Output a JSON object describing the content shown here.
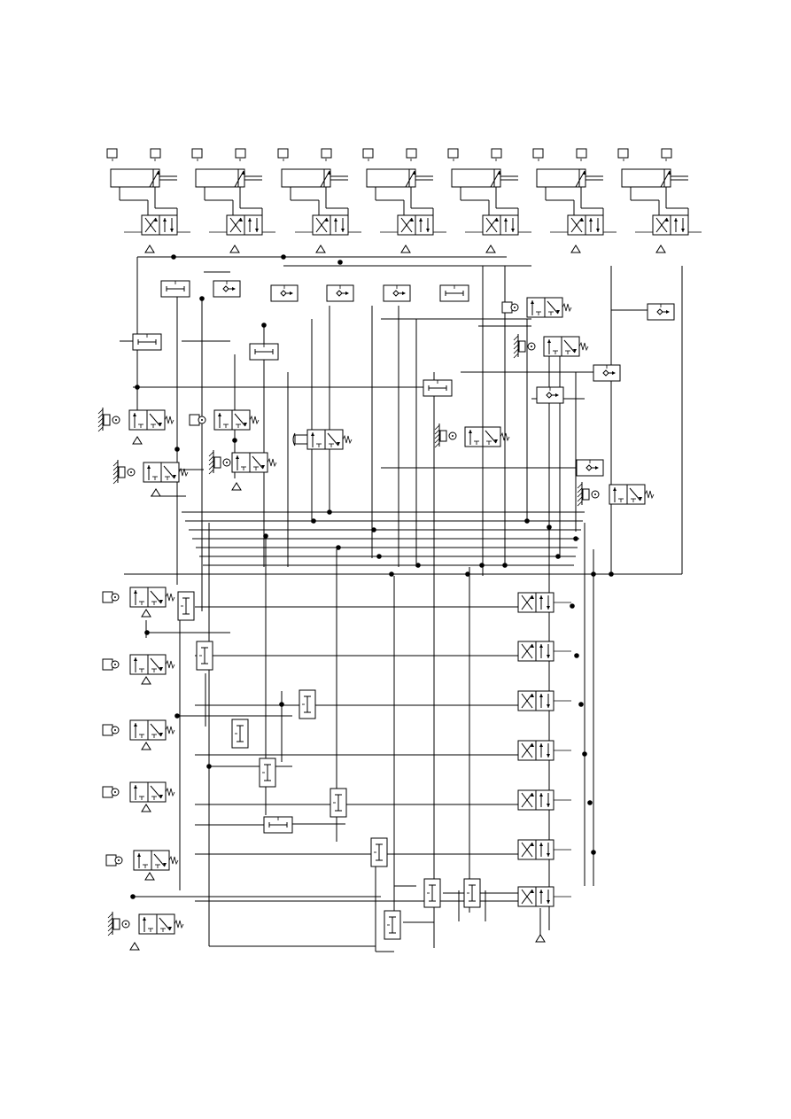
{
  "diagram": {
    "kind": "pneumatic-circuit",
    "line_color": "#000000",
    "background": "#ffffff",
    "cylinders": 7,
    "directional_valves_top": 7,
    "directional_valves_right": 7,
    "shuttle_valves": 9,
    "and_valves": 4,
    "pilot_or_elements": 14,
    "roller_valves": 8,
    "pushbutton_valves": 5,
    "icons": [
      "cylinder-icon",
      "valve-4-2-icon",
      "valve-3-2-icon",
      "shuttle-valve-icon",
      "and-valve-icon",
      "roller-lever-icon",
      "pushbutton-icon",
      "exhaust-triangle-icon",
      "junction-dot-icon",
      "spring-return-icon"
    ]
  }
}
